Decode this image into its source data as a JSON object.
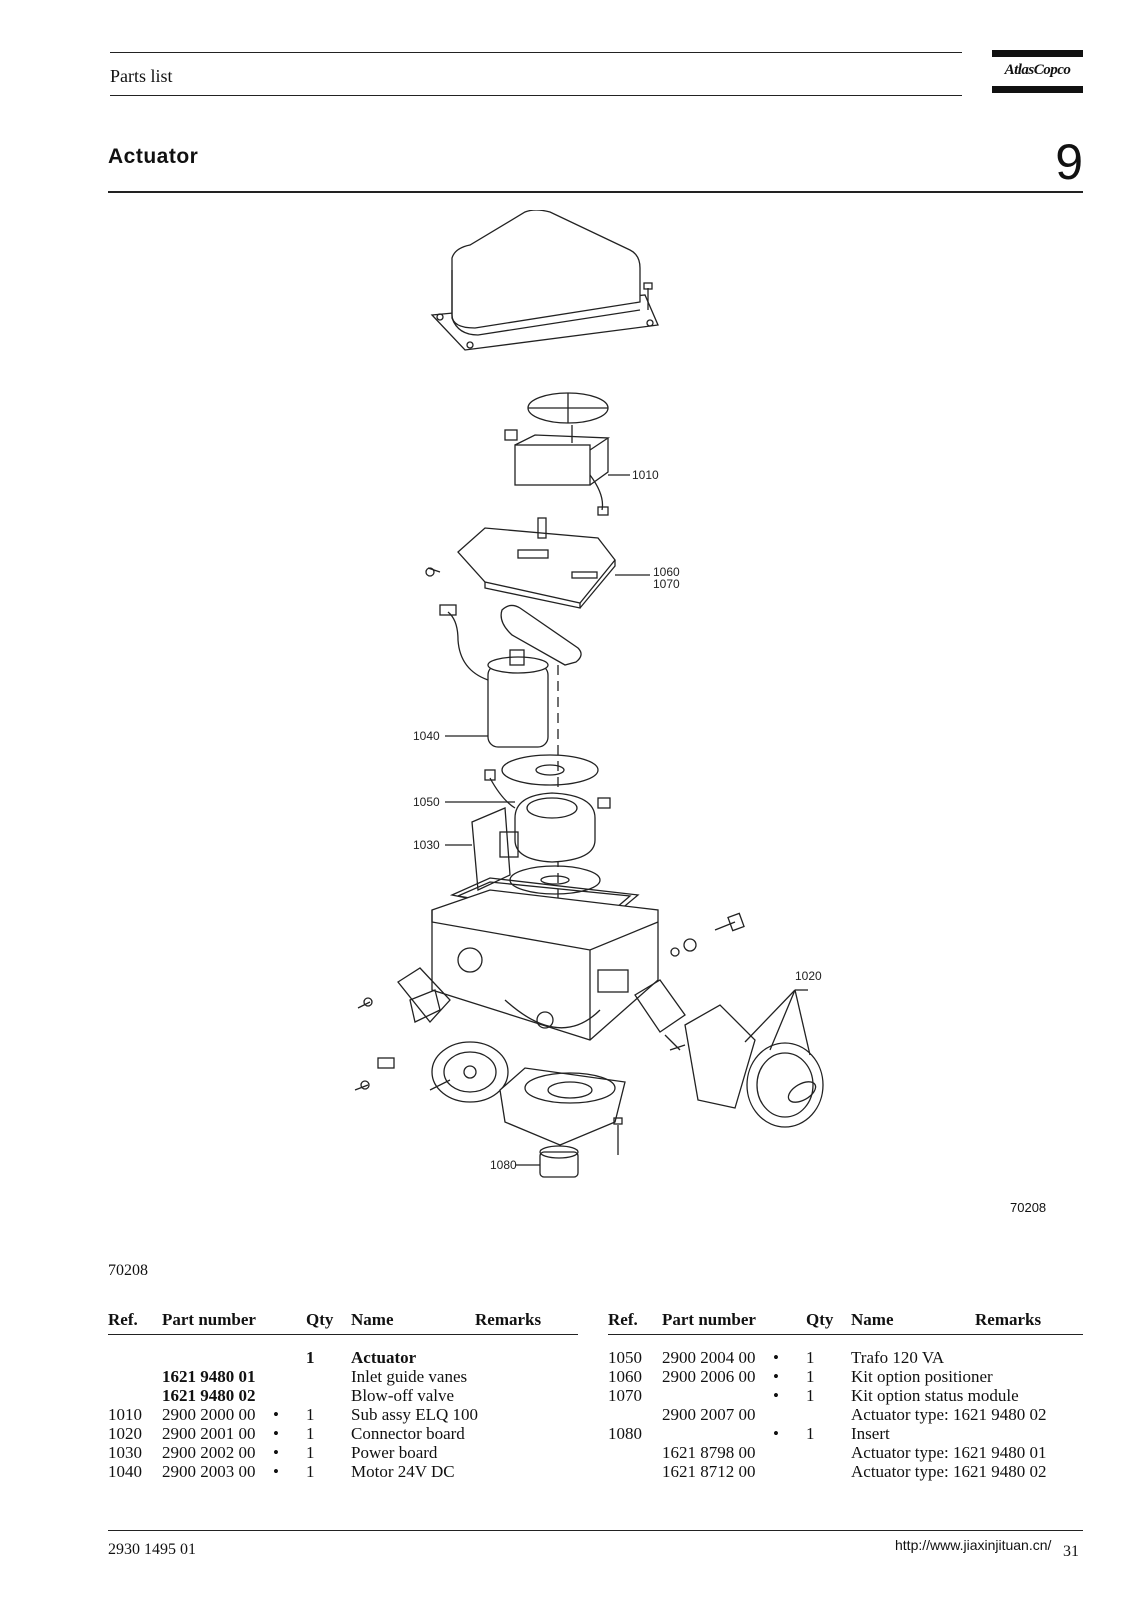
{
  "header": {
    "section": "Parts list",
    "brand": "AtlasCopco"
  },
  "title": "Actuator",
  "chapter": "9",
  "figure": {
    "code": "70208",
    "callouts": [
      "1010",
      "1060",
      "1070",
      "1040",
      "1050",
      "1030",
      "1020",
      "1080"
    ]
  },
  "caption": "70208",
  "columns": {
    "ref": "Ref.",
    "part": "Part number",
    "qty": "Qty",
    "name": "Name",
    "remarks": "Remarks"
  },
  "left_rows": [
    {
      "ref": "",
      "part": "",
      "dot": "",
      "qty": "1",
      "name": "Actuator",
      "remarks": ""
    },
    {
      "ref": "",
      "part": "1621 9480 01",
      "dot": "",
      "qty": "",
      "name": "Inlet guide vanes",
      "remarks": ""
    },
    {
      "ref": "",
      "part": "1621 9480 02",
      "dot": "",
      "qty": "",
      "name": "Blow-off valve",
      "remarks": ""
    },
    {
      "ref": "1010",
      "part": "2900 2000 00",
      "dot": "•",
      "qty": "1",
      "name": "Sub assy ELQ 100",
      "remarks": ""
    },
    {
      "ref": "1020",
      "part": "2900 2001 00",
      "dot": "•",
      "qty": "1",
      "name": "Connector board",
      "remarks": ""
    },
    {
      "ref": "1030",
      "part": "2900 2002 00",
      "dot": "•",
      "qty": "1",
      "name": "Power board",
      "remarks": ""
    },
    {
      "ref": "1040",
      "part": "2900 2003 00",
      "dot": "•",
      "qty": "1",
      "name": "Motor 24V DC",
      "remarks": ""
    }
  ],
  "right_rows": [
    {
      "ref": "1050",
      "part": "2900 2004 00",
      "dot": "•",
      "qty": "1",
      "name": "Trafo 120 VA"
    },
    {
      "ref": "1060",
      "part": "2900 2006 00",
      "dot": "•",
      "qty": "1",
      "name": "Kit option positioner"
    },
    {
      "ref": "1070",
      "part": "",
      "dot": "•",
      "qty": "1",
      "name": "Kit option status module"
    },
    {
      "ref": "",
      "part": "2900 2007 00",
      "dot": "",
      "qty": "",
      "name": "Actuator type: 1621 9480 02"
    },
    {
      "ref": "1080",
      "part": "",
      "dot": "•",
      "qty": "1",
      "name": "Insert"
    },
    {
      "ref": "",
      "part": "1621 8798 00",
      "dot": "",
      "qty": "",
      "name": "Actuator type: 1621 9480 01"
    },
    {
      "ref": "",
      "part": "1621 8712 00",
      "dot": "",
      "qty": "",
      "name": "Actuator type: 1621 9480 02"
    }
  ],
  "footer": {
    "doc_number": "2930 1495 01",
    "url": "http://www.jiaxinjituan.cn/",
    "page": "31"
  }
}
